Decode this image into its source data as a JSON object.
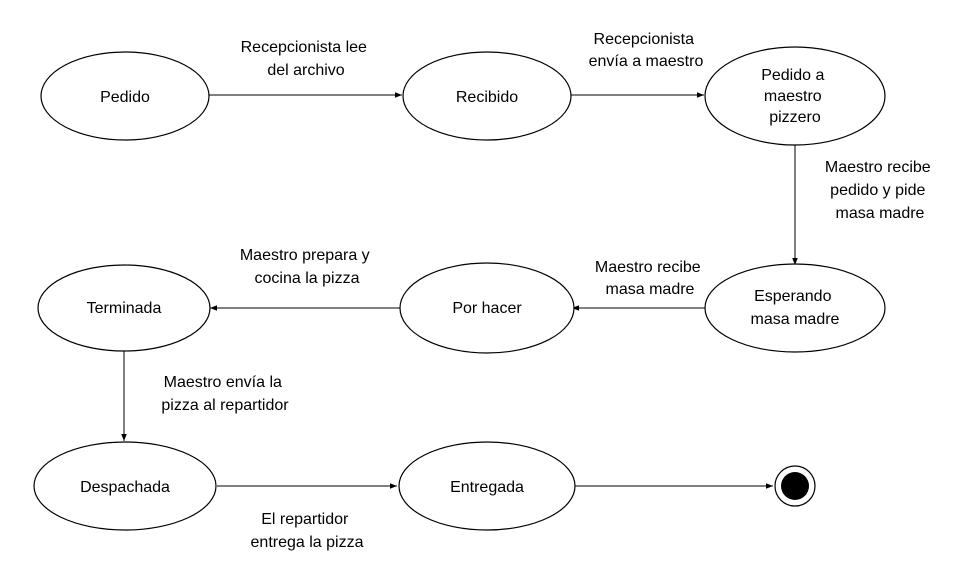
{
  "states": {
    "pedido": [
      "Pedido"
    ],
    "recibido": [
      "Recibido"
    ],
    "pedido_maestro": [
      "Pedido a",
      "maestro",
      "pizzero"
    ],
    "esperando": [
      "Esperando",
      "masa madre"
    ],
    "por_hacer": [
      "Por hacer"
    ],
    "terminada": [
      "Terminada"
    ],
    "despachada": [
      "Despachada"
    ],
    "entregada": [
      "Entregada"
    ]
  },
  "transitions": {
    "t1": [
      "Recepcionista lee",
      "del archivo"
    ],
    "t2": [
      "Recepcionista",
      "envía a maestro"
    ],
    "t3": [
      "Maestro recibe",
      "pedido y pide",
      "masa madre"
    ],
    "t4": [
      "Maestro recibe",
      "masa madre"
    ],
    "t5": [
      "Maestro prepara y",
      "cocina la pizza"
    ],
    "t6": [
      "Maestro envía la",
      "pizza al repartidor"
    ],
    "t7": [
      "El repartidor",
      "entrega la pizza"
    ]
  }
}
